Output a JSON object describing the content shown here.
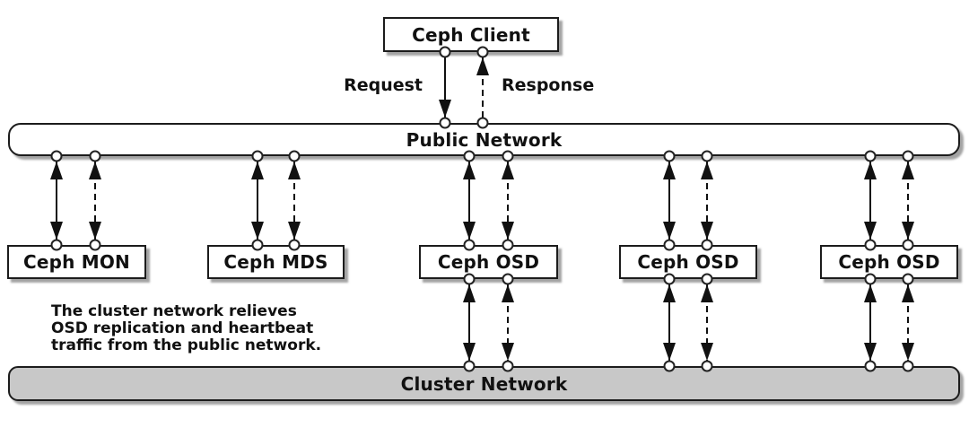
{
  "diagram": {
    "client_label": "Ceph Client",
    "request_label": "Request",
    "response_label": "Response",
    "public_network_label": "Public Network",
    "cluster_network_label": "Cluster Network",
    "nodes": [
      {
        "label": "Ceph MON"
      },
      {
        "label": "Ceph MDS"
      },
      {
        "label": "Ceph OSD"
      },
      {
        "label": "Ceph OSD"
      },
      {
        "label": "Ceph OSD"
      }
    ],
    "annotation_lines": [
      "The cluster network relieves",
      "OSD replication and heartbeat",
      "traffic from the public network."
    ],
    "colors": {
      "line": "#111111",
      "border": "#1c1c1c",
      "box_fill": "#ffffff",
      "cluster_bar_fill": "#c8c8c8",
      "background": "#ffffff"
    }
  }
}
